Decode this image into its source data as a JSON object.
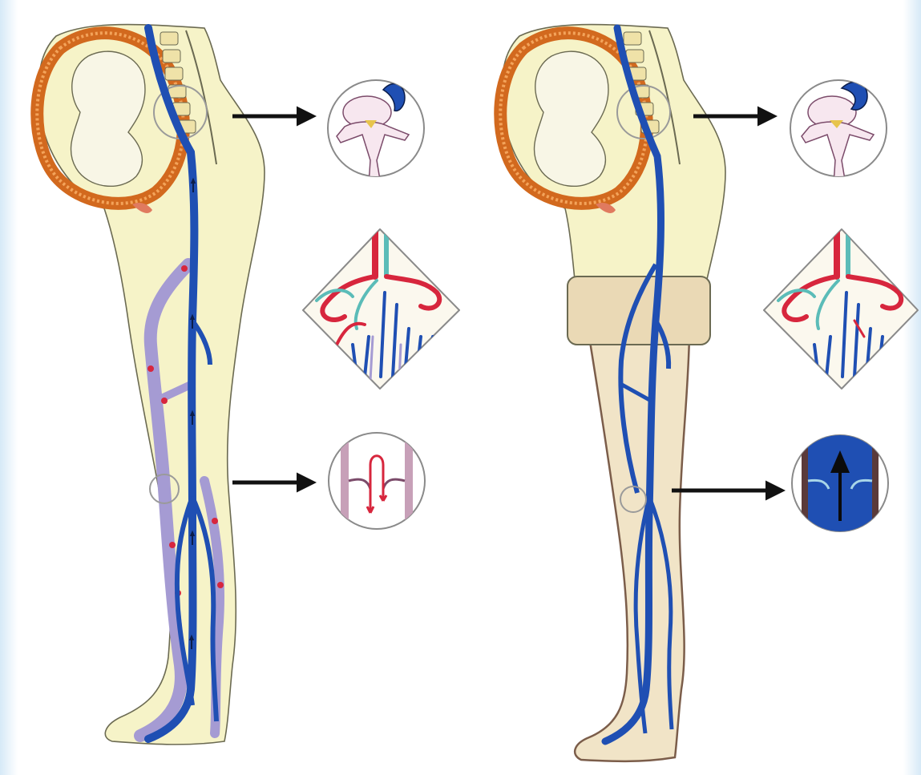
{
  "diagram": {
    "panels": [
      {
        "id": "without-stocking",
        "colors": {
          "skin": "#f6f3c8",
          "skin_outline": "#6b6a52",
          "deep_vein": "#1f4fb3",
          "superficial_vein": "#a59bd3",
          "uterus": "#d2691e",
          "artery": "#d7263d",
          "capillary_teal": "#5bbcb8",
          "reflux_marker": "#d7263d"
        },
        "insets": [
          "vertebra-compressed-vein",
          "microcirculation-congested",
          "valve-incompetent-reflux"
        ]
      },
      {
        "id": "with-compression-stocking",
        "colors": {
          "skin": "#f6f3c8",
          "stocking": "#f1e4c7",
          "stocking_band": "#ead9b5",
          "stocking_outline": "#7b5d4a",
          "deep_vein": "#1f4fb3",
          "artery": "#d7263d",
          "valve_flow": "#1f4fb3"
        },
        "insets": [
          "vertebra-normal",
          "microcirculation-normal",
          "valve-competent-upflow"
        ]
      }
    ],
    "arrow_color": "#111111",
    "inset_border": "#8a8a8a"
  }
}
